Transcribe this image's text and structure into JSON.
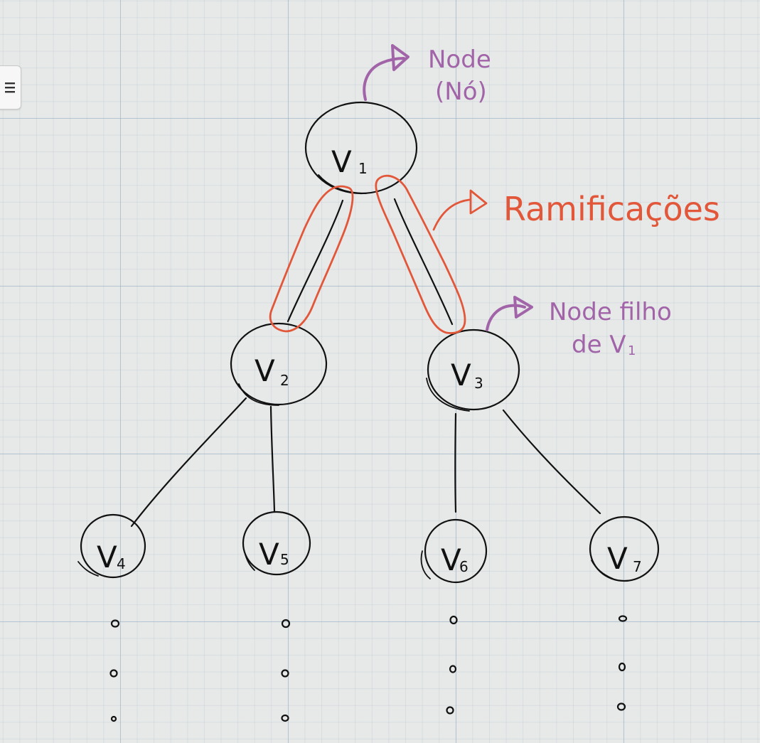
{
  "toolbar": {
    "menu_icon": "hamburger-menu-icon"
  },
  "nodes": [
    {
      "id": "v1",
      "letter": "V",
      "sub": "1"
    },
    {
      "id": "v2",
      "letter": "V",
      "sub": "2"
    },
    {
      "id": "v3",
      "letter": "V",
      "sub": "3"
    },
    {
      "id": "v4",
      "letter": "V",
      "sub": "4"
    },
    {
      "id": "v5",
      "letter": "V",
      "sub": "5"
    },
    {
      "id": "v6",
      "letter": "V",
      "sub": "6"
    },
    {
      "id": "v7",
      "letter": "V",
      "sub": "7"
    }
  ],
  "annotations": {
    "node_line1": "Node",
    "node_line2": "(Nó)",
    "branches": "Ramificações",
    "child_line1": "Node filho",
    "child_line2": "de V",
    "child_line2_sub": "1"
  },
  "colors": {
    "ink": "#111111",
    "branch_highlight": "#e2573a",
    "annotation": "#a264a8",
    "paper": "#e7e9e8",
    "grid": "#96afc3"
  }
}
